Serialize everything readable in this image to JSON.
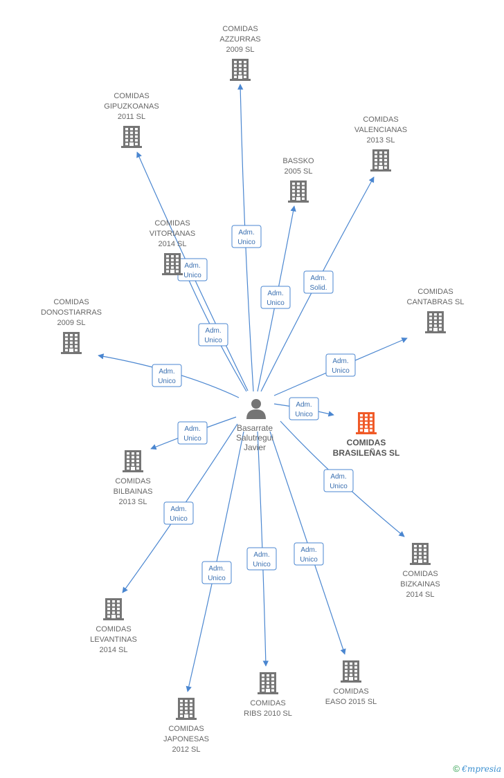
{
  "colors": {
    "edge": "#4a86d0",
    "building": "#757575",
    "building_main": "#f05a28",
    "person": "#757575"
  },
  "center": {
    "id": "person",
    "lines": [
      "Basarrate",
      "Salutregui",
      "Javier"
    ],
    "icon": "person-icon"
  },
  "nodes": [
    {
      "id": "azzurras",
      "lines": [
        "COMIDAS",
        "AZZURRAS",
        "2009 SL"
      ],
      "label_pos": "above"
    },
    {
      "id": "gipuzkoanas",
      "lines": [
        "COMIDAS",
        "GIPUZKOANAS",
        "2011 SL"
      ],
      "label_pos": "above"
    },
    {
      "id": "valencianas",
      "lines": [
        "COMIDAS",
        "VALENCIANAS",
        "2013 SL"
      ],
      "label_pos": "above"
    },
    {
      "id": "bassko",
      "lines": [
        "BASSKO",
        "2005  SL"
      ],
      "label_pos": "above"
    },
    {
      "id": "vitorianas",
      "lines": [
        "COMIDAS",
        "VITORIANAS",
        "2014  SL"
      ],
      "label_pos": "above"
    },
    {
      "id": "cantabras",
      "lines": [
        "COMIDAS",
        "CANTABRAS SL"
      ],
      "label_pos": "above"
    },
    {
      "id": "donostiarras",
      "lines": [
        "COMIDAS",
        "DONOSTIARRAS",
        "2009 SL"
      ],
      "label_pos": "above"
    },
    {
      "id": "brasilenas",
      "lines": [
        "COMIDAS",
        "BRASILEÑAS SL"
      ],
      "label_pos": "below",
      "main": true
    },
    {
      "id": "bilbainas",
      "lines": [
        "COMIDAS",
        "BILBAINAS",
        "2013 SL"
      ],
      "label_pos": "below"
    },
    {
      "id": "bizkainas",
      "lines": [
        "COMIDAS",
        "BIZKAINAS",
        "2014  SL"
      ],
      "label_pos": "below"
    },
    {
      "id": "levantinas",
      "lines": [
        "COMIDAS",
        "LEVANTINAS",
        "2014  SL"
      ],
      "label_pos": "below"
    },
    {
      "id": "easo",
      "lines": [
        "COMIDAS",
        "EASO 2015  SL"
      ],
      "label_pos": "below"
    },
    {
      "id": "ribs",
      "lines": [
        "COMIDAS",
        "RIBS 2010 SL"
      ],
      "label_pos": "below"
    },
    {
      "id": "japonesas",
      "lines": [
        "COMIDAS",
        "JAPONESAS",
        "2012 SL"
      ],
      "label_pos": "below"
    }
  ],
  "edges": [
    {
      "to": "azzurras",
      "label": [
        "Adm.",
        "Unico"
      ]
    },
    {
      "to": "gipuzkoanas",
      "label": [
        "Adm.",
        "Unico"
      ]
    },
    {
      "to": "vitorianas",
      "label": [
        "Adm.",
        "Unico"
      ]
    },
    {
      "to": "bassko",
      "label": [
        "Adm.",
        "Unico"
      ]
    },
    {
      "to": "valencianas",
      "label": [
        "Adm.",
        "Solid."
      ]
    },
    {
      "to": "cantabras",
      "label": [
        "Adm.",
        "Unico"
      ]
    },
    {
      "to": "donostiarras",
      "label": [
        "Adm.",
        "Unico"
      ]
    },
    {
      "to": "brasilenas",
      "label": [
        "Adm.",
        "Unico"
      ]
    },
    {
      "to": "bilbainas",
      "label": [
        "Adm.",
        "Unico"
      ]
    },
    {
      "to": "bizkainas",
      "label": [
        "Adm.",
        "Unico"
      ]
    },
    {
      "to": "levantinas",
      "label": [
        "Adm.",
        "Unico"
      ]
    },
    {
      "to": "japonesas",
      "label": [
        "Adm.",
        "Unico"
      ]
    },
    {
      "to": "ribs",
      "label": [
        "Adm.",
        "Unico"
      ]
    },
    {
      "to": "easo",
      "label": [
        "Adm.",
        "Unico"
      ]
    }
  ],
  "footer": {
    "copyright": "©",
    "brand_initial": "€",
    "brand_rest": "mpresia"
  }
}
